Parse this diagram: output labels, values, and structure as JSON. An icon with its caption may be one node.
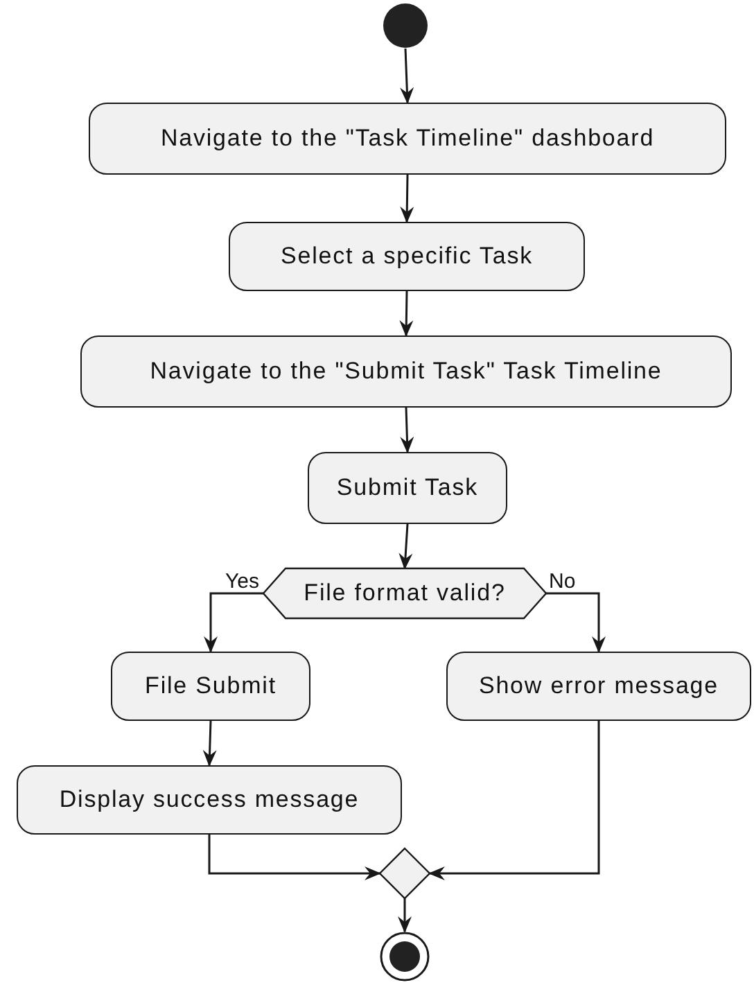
{
  "diagram": {
    "nodes": [
      {
        "text": [],
        "shape": "circle"
      },
      {
        "text": [
          "Navigate to the \"Task Timeline\" dashboard"
        ]
      },
      {
        "text": [
          "Select a specific Task"
        ]
      },
      {
        "text": [
          "Navigate to the \"Submit Task\" Task Timeline"
        ]
      },
      {
        "text": [
          "Submit Task"
        ]
      },
      {
        "text": [
          "File format valid?"
        ]
      },
      {
        "text": [
          "File Submit"
        ]
      },
      {
        "text": [
          "Show error message"
        ]
      },
      {
        "text": [
          "Display success message"
        ]
      },
      {
        "text": [],
        "shape": "diamond"
      },
      {
        "text": [],
        "shape": "circle"
      }
    ],
    "edges": [
      {
        "from": 0,
        "to": 1,
        "arrow": "to"
      },
      {
        "from": 1,
        "to": 2,
        "arrow": "to"
      },
      {
        "from": 2,
        "to": 3,
        "arrow": "to"
      },
      {
        "from": 3,
        "to": 4,
        "arrow": "to"
      },
      {
        "from": 4,
        "to": 5,
        "arrow": "to"
      },
      {
        "from": 5,
        "to": 6,
        "arrow": "to",
        "label": "Yes"
      },
      {
        "from": 5,
        "to": 7,
        "arrow": "to",
        "label": "No"
      },
      {
        "from": 6,
        "to": 8,
        "arrow": "to"
      },
      {
        "from": 8,
        "to": 9,
        "arrow": "to"
      },
      {
        "from": 7,
        "to": 9,
        "arrow": "to"
      },
      {
        "from": 9,
        "to": 10,
        "arrow": "to"
      }
    ]
  }
}
